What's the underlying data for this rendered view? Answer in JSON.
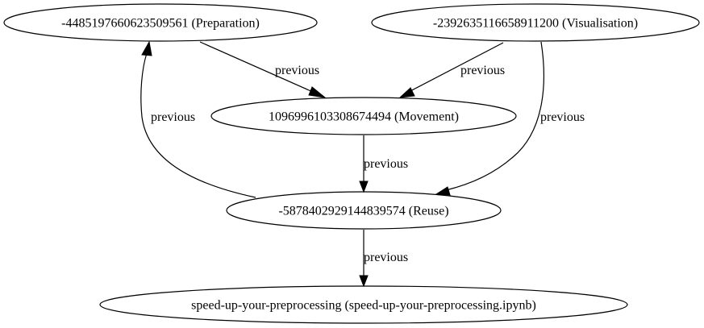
{
  "nodes": {
    "preparation": "-4485197660623509561 (Preparation)",
    "visualisation": "-2392635116658911200 (Visualisation)",
    "movement": "1096996103308674494 (Movement)",
    "reuse": "-5878402929144839574 (Reuse)",
    "notebook": "speed-up-your-preprocessing (speed-up-your-preprocessing.ipynb)"
  },
  "edges": [
    {
      "from": "preparation",
      "to": "movement",
      "label": "previous"
    },
    {
      "from": "visualisation",
      "to": "movement",
      "label": "previous"
    },
    {
      "from": "reuse",
      "to": "preparation",
      "label": "previous"
    },
    {
      "from": "visualisation",
      "to": "reuse",
      "label": "previous"
    },
    {
      "from": "movement",
      "to": "reuse",
      "label": "previous"
    },
    {
      "from": "reuse",
      "to": "notebook",
      "label": "previous"
    }
  ]
}
